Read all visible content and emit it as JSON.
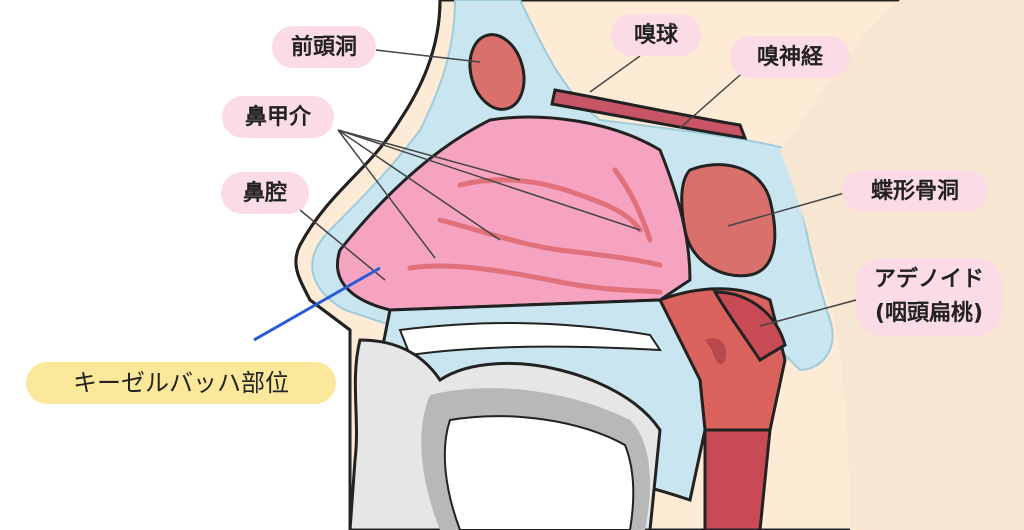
{
  "labels": {
    "frontal_sinus": "前頭洞",
    "olfactory_bulb": "嗅球",
    "olfactory_nerve": "嗅神経",
    "nasal_turbinate": "鼻甲介",
    "nasal_cavity": "鼻腔",
    "sphenoid_sinus": "蝶形骨洞",
    "adenoid_line1": "アデノイド",
    "adenoid_line2": "(咽頭扁桃)",
    "kiesselbach_area": "キーゼルバッハ部位"
  },
  "colors": {
    "skin": "#fdebd6",
    "mucosa_blue": "#c9e6f0",
    "nasal_cavity_pink": "#f5a3c0",
    "turbinate_line": "#e0707a",
    "sinus": "#d9706c",
    "olfactory": "#c85565",
    "adenoid": "#c84a55",
    "pharynx": "#d9625c",
    "label_bubble": "#fbdbe5",
    "highlight_bubble": "#fbe89a",
    "pointer_blue": "#2a5bd7",
    "bone_gray": "#b8b8b8"
  }
}
